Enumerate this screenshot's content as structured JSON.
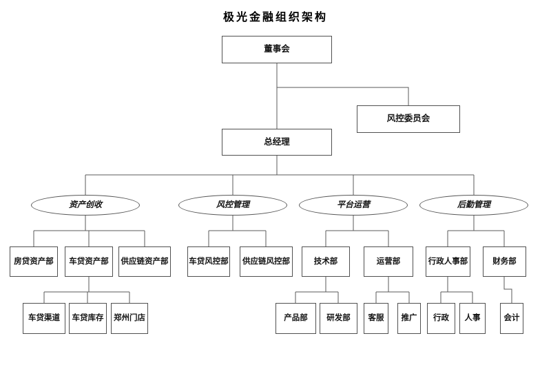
{
  "title": "极光金融组织架构",
  "org": {
    "board": "董事会",
    "risk_committee": "风控委员会",
    "general_manager": "总经理",
    "divisions": [
      {
        "label": "资产创收",
        "departments": [
          {
            "label": "房贷资产部",
            "children": []
          },
          {
            "label": "车贷资产部",
            "children": [
              "车贷渠道",
              "车贷库存",
              "郑州门店"
            ]
          },
          {
            "label": "供应链资产部",
            "children": []
          }
        ]
      },
      {
        "label": "风控管理",
        "departments": [
          {
            "label": "车贷风控部",
            "children": []
          },
          {
            "label": "供应链风控部",
            "children": []
          }
        ]
      },
      {
        "label": "平台运营",
        "departments": [
          {
            "label": "技术部",
            "children": [
              "产品部",
              "研发部"
            ]
          },
          {
            "label": "运营部",
            "children": [
              "客服",
              "推广"
            ]
          }
        ]
      },
      {
        "label": "后勤管理",
        "departments": [
          {
            "label": "行政人事部",
            "children": [
              "行政",
              "人事"
            ]
          },
          {
            "label": "财务部",
            "children": [
              "会计"
            ]
          }
        ]
      }
    ]
  },
  "style": {
    "line_color": "#595959"
  }
}
